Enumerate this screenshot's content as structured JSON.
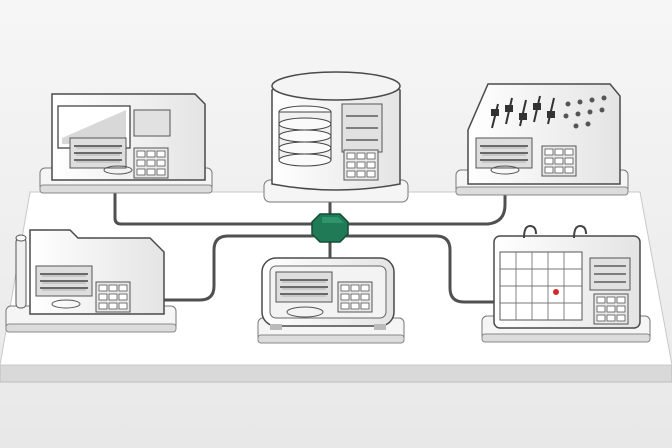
{
  "diagram": {
    "hub": {
      "icon": "octagon-hub-icon",
      "color": "#1f7a55"
    },
    "modules": [
      {
        "id": "display-terminal",
        "icon": "monitor-screen-icon"
      },
      {
        "id": "storage-cylinder",
        "icon": "database-disk-icon"
      },
      {
        "id": "control-console",
        "icon": "slider-mixer-icon"
      },
      {
        "id": "document-folder",
        "icon": "folder-icon"
      },
      {
        "id": "central-unit",
        "icon": "server-box-icon"
      },
      {
        "id": "calendar-grid",
        "icon": "calendar-icon"
      }
    ],
    "colors": {
      "platform": "#ffffff",
      "outline": "#4a4a4a",
      "cable": "#505050",
      "marker": "#d62828"
    }
  }
}
